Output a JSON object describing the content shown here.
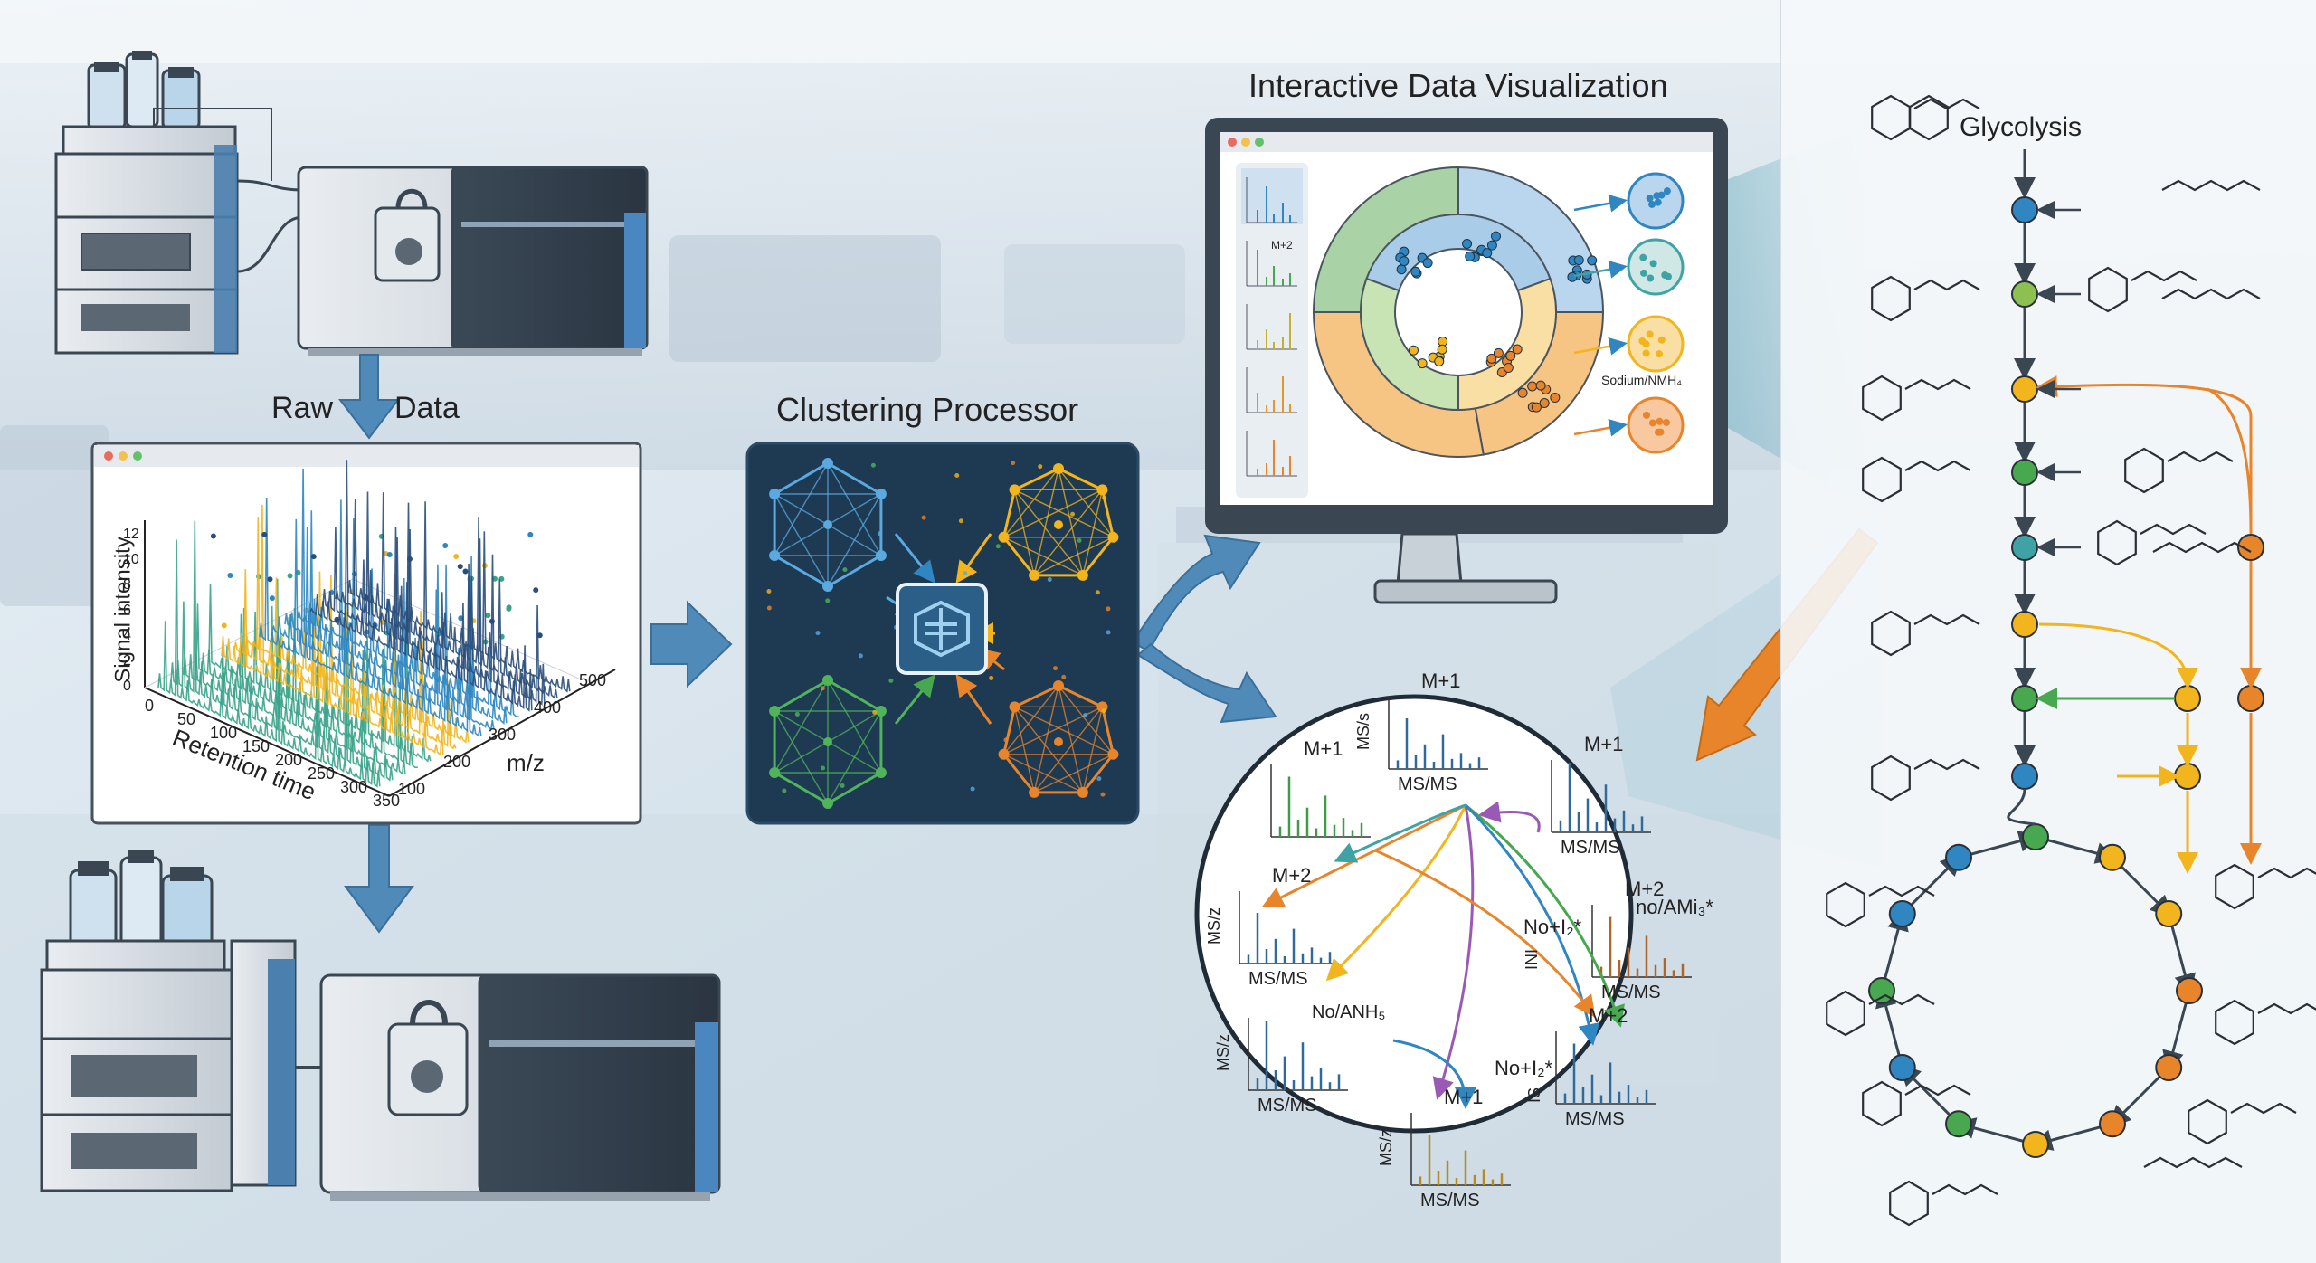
{
  "labels": {
    "raw": "Raw",
    "data": "Data",
    "clustering": "Clustering Processor",
    "visualization": "Interactive Data Visualization",
    "glycolysis": "Glycolysis"
  },
  "plot3d": {
    "y_label": "Signal intensity",
    "y_ticks": [
      "0",
      "2",
      "4",
      "6",
      "8",
      "10",
      "12"
    ],
    "x_label": "Retention time",
    "x_ticks": [
      "0",
      "50",
      "100",
      "150",
      "200",
      "250",
      "300",
      "350"
    ],
    "z_label": "m/z",
    "z_ticks": [
      "100",
      "200",
      "300",
      "400",
      "500"
    ]
  },
  "monitor": {
    "thumb_label": "M+2",
    "ring_label": "Sodium/NMH₄"
  },
  "spectra": [
    {
      "title": "M+1",
      "ylabel": "MS/s",
      "xlabel": "MS/MS",
      "color": "#2f6a9a"
    },
    {
      "title": "M+1",
      "ylabel": "",
      "xlabel": "",
      "color": "#3f9a4a"
    },
    {
      "title": "M+1",
      "ylabel": "",
      "xlabel": "MS/MS",
      "color": "#2f6a9a"
    },
    {
      "title": "M+2",
      "ylabel": "MS/z",
      "xlabel": "MS/MS",
      "color": "#2f6a9a"
    },
    {
      "title": "M+2",
      "ylabel": "",
      "xlabel": "MS/MS",
      "color": "#b0642a"
    },
    {
      "title": "",
      "ylabel": "MS/z",
      "xlabel": "MS/MS",
      "color": "#2f6a9a"
    },
    {
      "title": "M+1",
      "ylabel": "MS/z",
      "xlabel": "MS/MS",
      "color": "#b58a1e"
    },
    {
      "title": "M+2",
      "ylabel": "",
      "xlabel": "MS/MS",
      "color": "#2f6a9a"
    }
  ],
  "spectra_extra": {
    "no_anh": "No/ANH₅",
    "no_ami": "no/AMi₃*",
    "no_i_a": "No+I₂*",
    "no_i_b": "No+I₂*",
    "ini": "INI",
    "is": "IS"
  },
  "colors": {
    "blue": "#2f86c0",
    "green": "#48a84f",
    "yellow": "#f2b51d",
    "orange": "#e8852a",
    "dark_panel": "#1e3a52",
    "arrow": "#4f8ab8"
  }
}
